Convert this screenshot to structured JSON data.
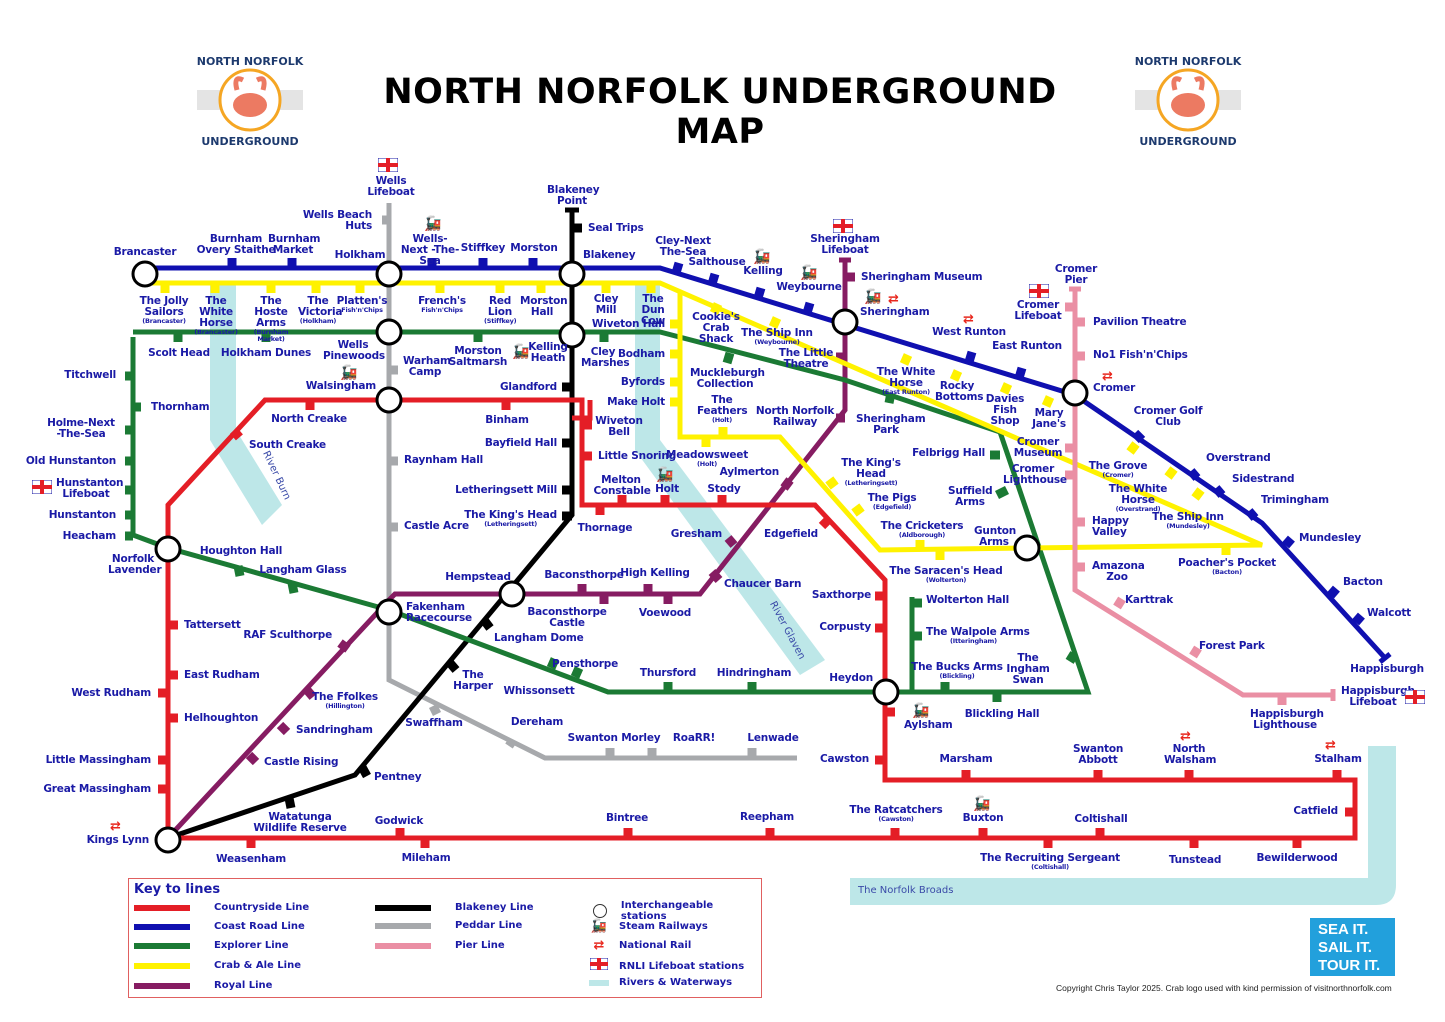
{
  "title": "NORTH NORFOLK UNDERGROUND MAP",
  "logo": {
    "top_text": "NORTH NORFOLK",
    "bottom_text": "UNDERGROUND",
    "icon": "crab-icon"
  },
  "colors": {
    "countryside": "#e41e26",
    "coast_road": "#1010b0",
    "explorer": "#1b7a34",
    "crab_ale": "#fff200",
    "royal": "#861c62",
    "blakeney": "#000000",
    "peddar": "#a7a9ac",
    "pier": "#ea8fa4",
    "river": "#bde7e8",
    "label": "#1a1aa6",
    "badge": "#22a0dc"
  },
  "rivers": {
    "burn": "River Burn",
    "glaven": "River Glaven",
    "broads": "The Norfolk Broads"
  },
  "stations": {
    "brancaster": "Brancaster",
    "burnham_overy": "Burnham Overy Staithe",
    "burnham_market": "Burnham Market",
    "holkham": "Holkham",
    "wells_next": "Wells-Next -The-Sea",
    "stiffkey": "Stiffkey",
    "morston": "Morston",
    "blakeney": "Blakeney",
    "cley_next": "Cley-Next The-Sea",
    "salthouse": "Salthouse",
    "kelling": "Kelling",
    "weybourne": "Weybourne",
    "sheringham": "Sheringham",
    "west_runton": "West Runton",
    "east_runton": "East Runton",
    "cromer": "Cromer",
    "cromer_golf": "Cromer Golf Club",
    "overstrand": "Overstrand",
    "sidestrand": "Sidestrand",
    "trimingham": "Trimingham",
    "mundesley": "Mundesley",
    "bacton": "Bacton",
    "walcott": "Walcott",
    "happisburgh": "Happisburgh",
    "wells_lifeboat": "Wells Lifeboat",
    "wells_beach_huts": "Wells Beach Huts",
    "blakeney_point": "Blakeney Point",
    "seal_trips": "Seal Trips",
    "sheringham_lifeboat": "Sheringham Lifeboat",
    "sheringham_museum": "Sheringham Museum",
    "cromer_pier": "Cromer Pier",
    "cromer_lifeboat": "Cromer Lifeboat",
    "pavilion_theatre": "Pavilion Theatre",
    "no1_fish": "No1 Fish'n'Chips",
    "jolly_sailors": "The Jolly Sailors",
    "jolly_sailors_sub": "(Brancaster)",
    "white_horse_b": "The White Horse",
    "white_horse_b_sub": "(Brancaster)",
    "hoste_arms": "The Hoste Arms",
    "hoste_arms_sub": "(Burnham Market)",
    "victoria": "The Victoria",
    "victoria_sub": "(Holkham)",
    "plattens": "Platten's",
    "plattens_sub": "Fish'n'Chips",
    "frenchs": "French's",
    "frenchs_sub": "Fish'n'Chips",
    "red_lion": "Red Lion",
    "red_lion_sub": "(Stiffkey)",
    "morston_hall": "Morston Hall",
    "cley_mill": "Cley Mill",
    "dun_cow": "The Dun Cow",
    "cookies": "Cookie's Crab Shack",
    "ship_inn_w": "The Ship Inn",
    "ship_inn_w_sub": "(Weybourne)",
    "white_horse_er": "The White Horse",
    "white_horse_er_sub": "(East Runton)",
    "rocky_bottoms": "Rocky Bottoms",
    "davies": "Davies Fish Shop",
    "mary_janes": "Mary Jane's",
    "the_grove": "The Grove",
    "the_grove_sub": "(Cromer)",
    "white_horse_o": "The White Horse",
    "white_horse_o_sub": "(Overstrand)",
    "ship_inn_m": "The Ship Inn",
    "ship_inn_m_sub": "(Mundesley)",
    "poachers": "Poacher's Pocket",
    "poachers_sub": "(Bacton)",
    "wiveton_hall": "Wiveton Hall",
    "bodham": "Bodham",
    "byfords": "Byfords",
    "make_holt": "Make Holt",
    "feathers": "The Feathers",
    "feathers_sub": "(Holt)",
    "meadowsweet": "Meadowsweet",
    "meadowsweet_sub": "(Holt)",
    "kings_head_l": "The King's Head",
    "kings_head_l_sub": "(Letheringsett)",
    "the_pigs": "The Pigs",
    "the_pigs_sub": "(Edgefield)",
    "cricketers": "The Cricketers",
    "cricketers_sub": "(Aldborough)",
    "saracens": "The Saracen's Head",
    "saracens_sub": "(Wolterton)",
    "gunton_arms": "Gunton Arms",
    "scolt_head": "Scolt Head",
    "holkham_dunes": "Holkham Dunes",
    "wells_pinewoods": "Wells Pinewoods",
    "morston_saltmarsh": "Morston Saltmarsh",
    "kelling_heath": "Kelling Heath",
    "cley_marshes": "Cley Marshes",
    "muckleburgh": "Muckleburgh Collection",
    "sheringham_park": "Sheringham Park",
    "felbrigg": "Felbrigg Hall",
    "suffield": "Suffield Arms",
    "titchwell": "Titchwell",
    "thornham": "Thornham",
    "holme": "Holme-Next -The-Sea",
    "old_hunstanton": "Old Hunstanton",
    "hunstanton_lifeboat": "Hunstanton Lifeboat",
    "hunstanton": "Hunstanton",
    "heacham": "Heacham",
    "norfolk_lavender": "Norfolk Lavender",
    "houghton_hall": "Houghton Hall",
    "langham_glass": "Langham Glass",
    "fakenham": "Fakenham Racecourse",
    "pensthorpe": "Pensthorpe",
    "whissonsett": "Whissonsett",
    "thursford": "Thursford",
    "hindringham": "Hindringham",
    "heydon": "Heydon",
    "wolterton": "Wolterton Hall",
    "walpole": "The Walpole Arms",
    "walpole_sub": "(Itteringham)",
    "bucks_arms": "The Bucks Arms",
    "bucks_arms_sub": "(Blickling)",
    "ingham_swan": "The Ingham Swan",
    "blickling": "Blickling Hall",
    "warham_camp": "Warham Camp",
    "walsingham": "Walsingham",
    "raynham": "Raynham Hall",
    "castle_acre": "Castle Acre",
    "swaffham": "Swaffham",
    "dereham": "Dereham",
    "swanton_morley": "Swanton Morley",
    "roarr": "RoaRR!",
    "lenwade": "Lenwade",
    "glandford": "Glandford",
    "bayfield": "Bayfield Hall",
    "letheringsett_mill": "Letheringsett Mill",
    "kings_head_b": "The King's Head",
    "kings_head_b_sub": "(Letheringsett)",
    "hempstead": "Hempstead",
    "langham_dome": "Langham Dome",
    "the_harper": "The Harper",
    "pentney": "Pentney",
    "watatunga": "Watatunga Wildlife Reserve",
    "north_creake": "North Creake",
    "south_creake": "South Creake",
    "binham": "Binham",
    "wiveton_bell": "Wiveton Bell",
    "little_snoring": "Little Snoring",
    "melton": "Melton Constable",
    "holt": "Holt",
    "stody": "Stody",
    "thornage": "Thornage",
    "edgefield": "Edgefield",
    "saxthorpe": "Saxthorpe",
    "corpusty": "Corpusty",
    "aylsham": "Aylsham",
    "cawston": "Cawston",
    "marsham": "Marsham",
    "swanton_abbott": "Swanton Abbott",
    "north_walsham": "North Walsham",
    "stalham": "Stalham",
    "catfield": "Catfield",
    "bewilderwood": "Bewilderwood",
    "tunstead": "Tunstead",
    "coltishall": "Coltishall",
    "recruiting": "The Recruiting Sergeant",
    "recruiting_sub": "(Coltishall)",
    "buxton": "Buxton",
    "ratcatchers": "The Ratcatchers",
    "ratcatchers_sub": "(Cawston)",
    "reepham": "Reepham",
    "bintree": "Bintree",
    "mileham": "Mileham",
    "godwick": "Godwick",
    "weasenham": "Weasenham",
    "kings_lynn": "Kings Lynn",
    "tattersett": "Tattersett",
    "east_rudham": "East Rudham",
    "west_rudham": "West Rudham",
    "helhoughton": "Helhoughton",
    "little_massingham": "Little Massingham",
    "great_massingham": "Great Massingham",
    "baconsthorpe": "Baconsthorpe",
    "baconsthorpe_castle": "Baconsthorpe Castle",
    "high_kelling": "High Kelling",
    "voewood": "Voewood",
    "chaucer_barn": "Chaucer Barn",
    "gresham": "Gresham",
    "aylmerton": "Aylmerton",
    "nn_railway": "North Norfolk Railway",
    "little_theatre": "The Little Theatre",
    "raf_sculthorpe": "RAF Sculthorpe",
    "ffolkes": "The Ffolkes",
    "ffolkes_sub": "(Hillington)",
    "sandringham": "Sandringham",
    "castle_rising": "Castle Rising",
    "cromer_museum": "Cromer Museum",
    "cromer_lighthouse": "Cromer Lighthouse",
    "happy_valley": "Happy Valley",
    "amazona": "Amazona Zoo",
    "karttrak": "Karttrak",
    "forest_park": "Forest Park",
    "happisburgh_lighthouse": "Happisburgh Lighthouse",
    "happisburgh_lifeboat": "Happisburgh Lifeboat"
  },
  "key": {
    "title": "Key to lines",
    "lines": [
      {
        "label": "Countryside Line",
        "color": "#e41e26"
      },
      {
        "label": "Coast Road Line",
        "color": "#1010b0"
      },
      {
        "label": "Explorer Line",
        "color": "#1b7a34"
      },
      {
        "label": "Crab & Ale Line",
        "color": "#fff200"
      },
      {
        "label": "Royal Line",
        "color": "#861c62"
      },
      {
        "label": "Blakeney Line",
        "color": "#000000"
      },
      {
        "label": "Peddar Line",
        "color": "#a7a9ac"
      },
      {
        "label": "Pier Line",
        "color": "#ea8fa4"
      }
    ],
    "symbols": [
      {
        "label": "Interchangeable stations",
        "icon": "interchange-circle-icon"
      },
      {
        "label": "Steam Railways",
        "icon": "steam-train-icon"
      },
      {
        "label": "National Rail",
        "icon": "national-rail-icon"
      },
      {
        "label": "RNLI Lifeboat stations",
        "icon": "rnli-flag-icon"
      },
      {
        "label": "Rivers & Waterways",
        "icon": "river-swatch-icon"
      }
    ]
  },
  "badge": {
    "line1": "SEA IT.",
    "line2": "SAIL IT.",
    "line3": "TOUR IT."
  },
  "copyright": "Copyright Chris Taylor 2025.  Crab logo used with kind permission of visitnorthnorfolk.com"
}
